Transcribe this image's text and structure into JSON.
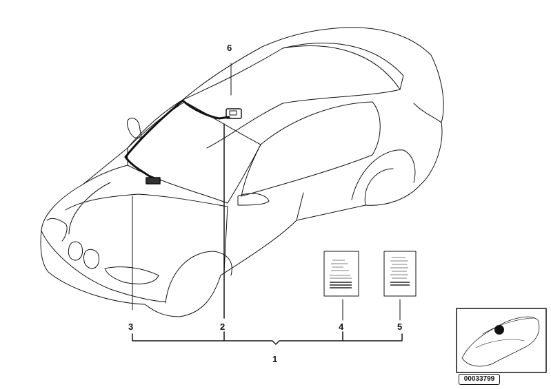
{
  "callouts": {
    "c1": "1",
    "c2": "2",
    "c3": "3",
    "c4": "4",
    "c5": "5",
    "c6": "6"
  },
  "diagram_id": "00033799",
  "colors": {
    "line": "#111111",
    "background": "#ffffff",
    "text_lines": "#999999"
  },
  "icons": [
    "car-outline",
    "windshield-antenna-cable",
    "document-sheet",
    "thumbnail-car"
  ]
}
